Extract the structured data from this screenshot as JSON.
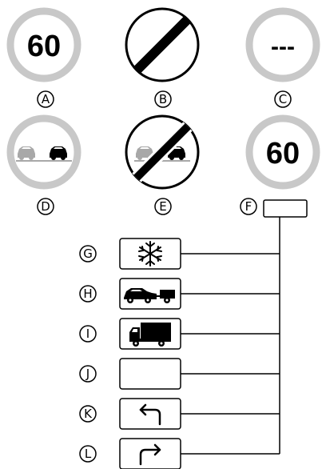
{
  "signs": {
    "a_value": "60",
    "c_value": "---",
    "f_value": "60"
  },
  "labels": [
    "A",
    "B",
    "C",
    "D",
    "E",
    "F",
    "G",
    "H",
    "I",
    "J",
    "K",
    "L"
  ],
  "plate_icons": {
    "g": "snowflake-icon",
    "h": "car-with-trailer-icon",
    "i": "truck-icon",
    "j": "blank",
    "k": "turn-left-arrow-icon",
    "l": "turn-right-arrow-icon"
  },
  "colors": {
    "ring": "#c8c8c8",
    "ink": "#000000",
    "grey_car": "#a8a8a8"
  }
}
